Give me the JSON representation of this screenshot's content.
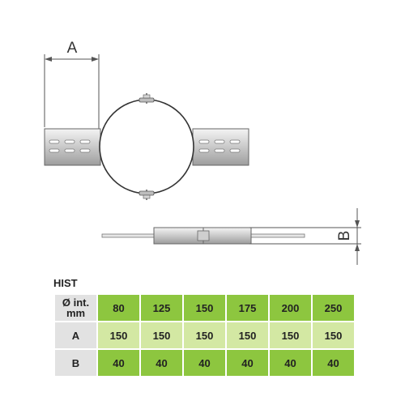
{
  "drawing": {
    "dimension_a_label": "A",
    "dimension_b_label": "B"
  },
  "product_code": "HIST",
  "table": {
    "rows": [
      {
        "header": "Ø int.\nmm",
        "values": [
          "80",
          "125",
          "150",
          "175",
          "200",
          "250"
        ]
      },
      {
        "header": "A",
        "values": [
          "150",
          "150",
          "150",
          "150",
          "150",
          "150"
        ]
      },
      {
        "header": "B",
        "values": [
          "40",
          "40",
          "40",
          "40",
          "40",
          "40"
        ]
      }
    ]
  },
  "colors": {
    "highlight_green": "#8dc63f",
    "light_green": "#d3e8a3",
    "header_gray": "#e2e2e2"
  }
}
